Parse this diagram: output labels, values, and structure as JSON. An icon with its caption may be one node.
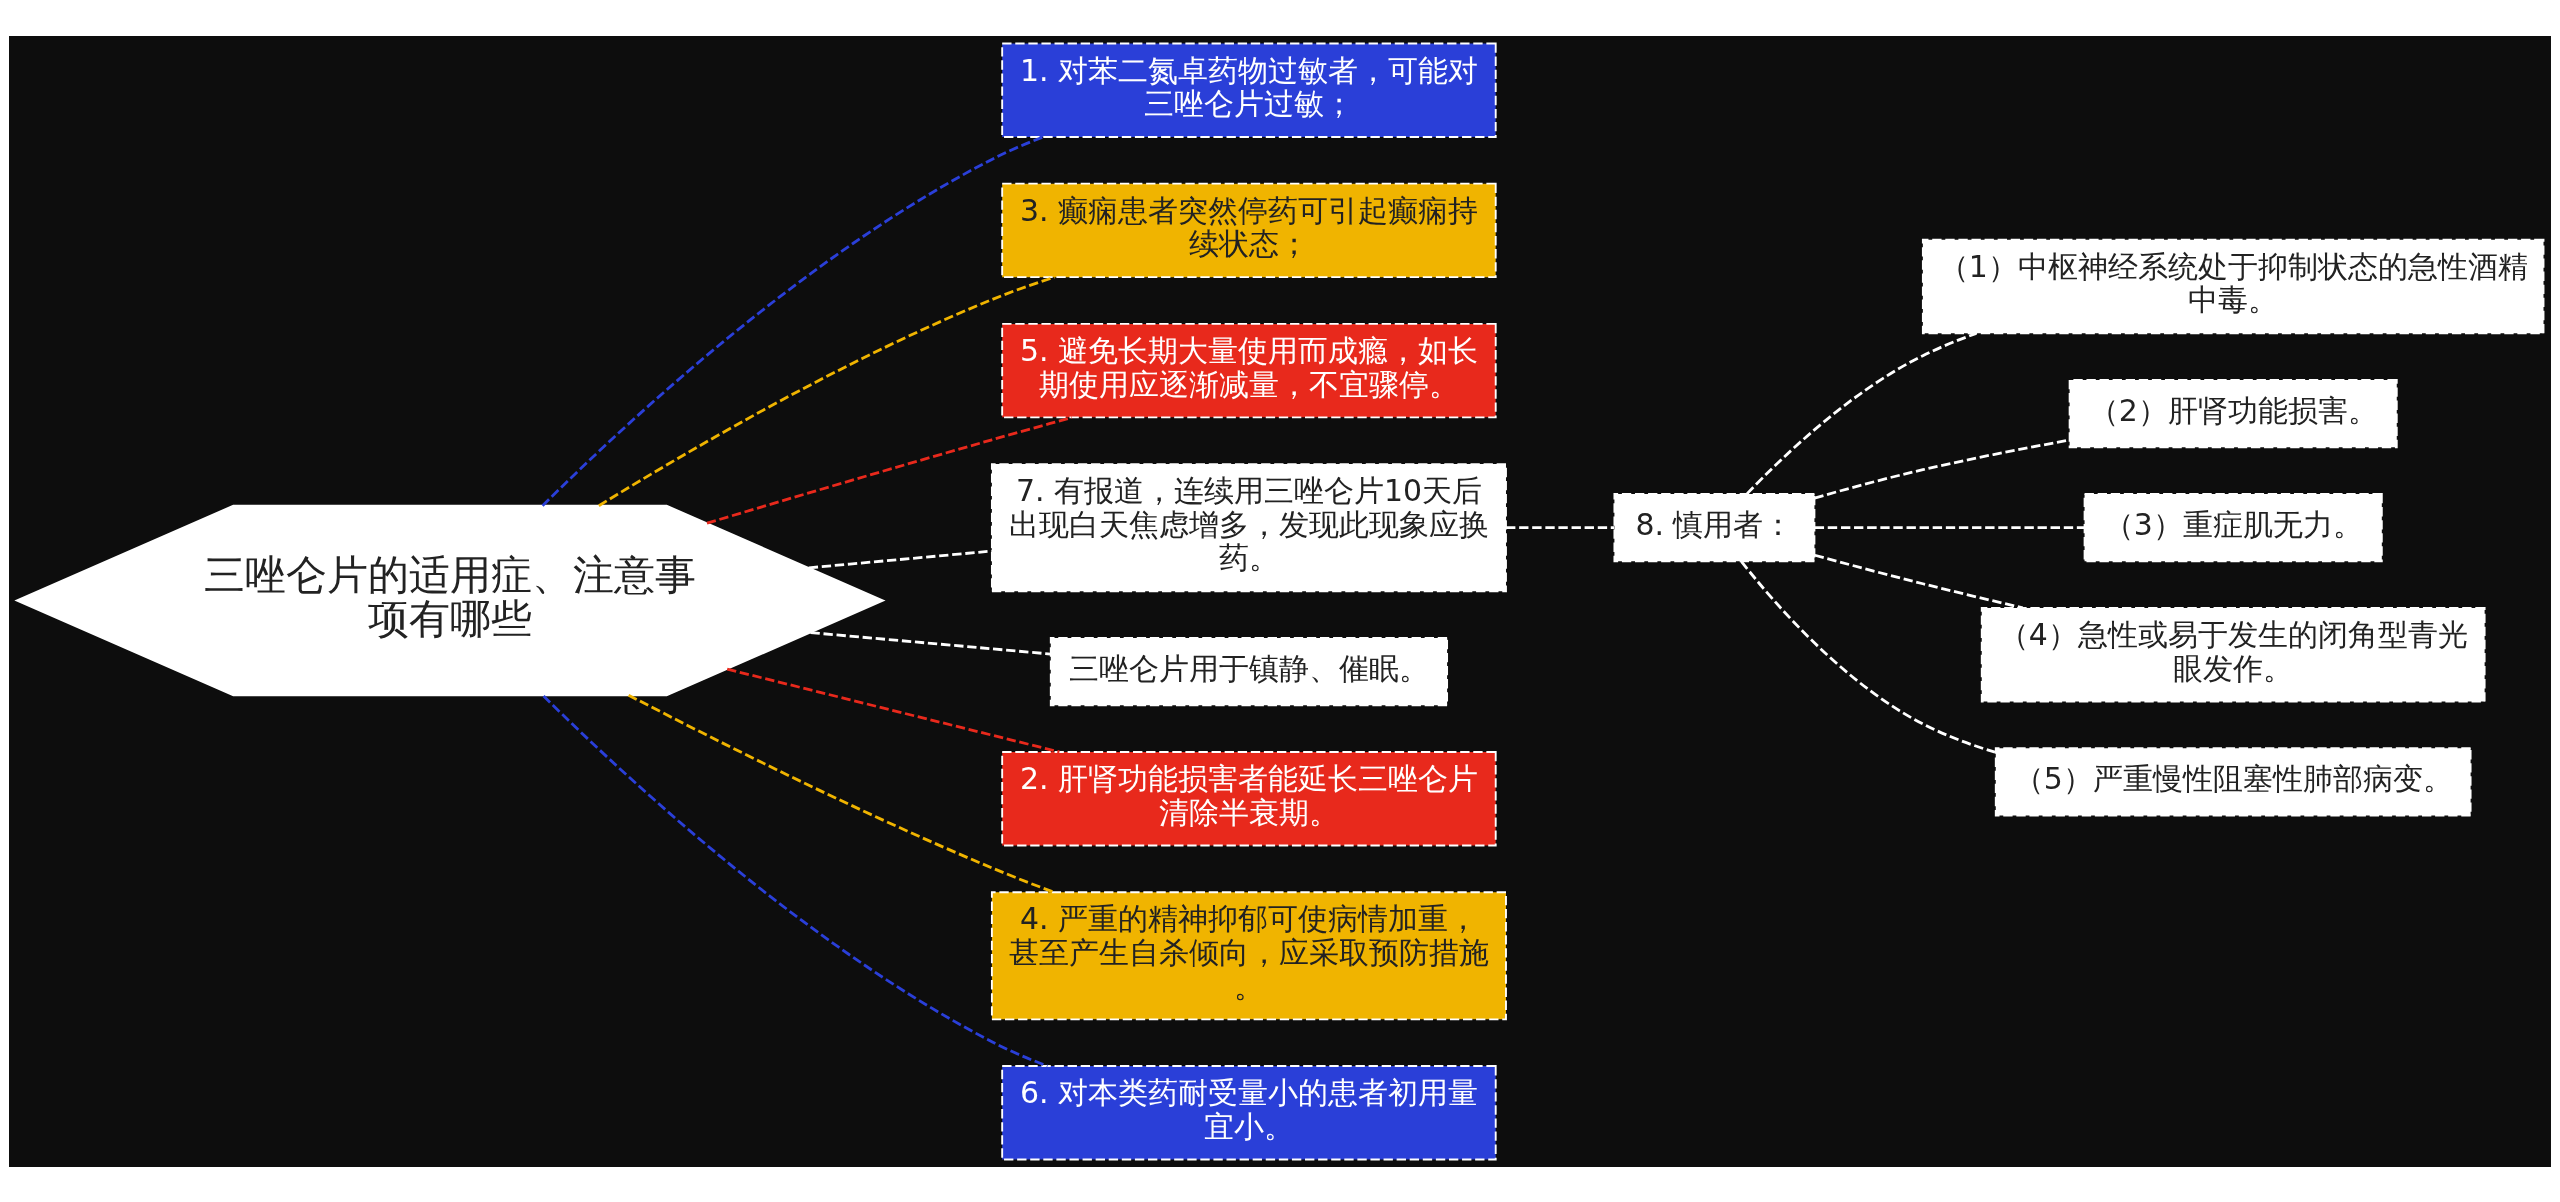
{
  "diagram": {
    "nodes": [
      {
        "text": [
          "三唑仑片的适用症、注意事项有哪些"
        ]
      },
      {
        "text": [
          "1. 对苯二氮卓药物过敏者，可能对三唑仑片过敏；"
        ]
      },
      {
        "text": [
          "3. 癫痫患者突然停药可引起癫痫持续状态；"
        ]
      },
      {
        "text": [
          "5. 避免长期大量使用而成瘾，如长期使用应逐渐减量，不宜骤停。"
        ]
      },
      {
        "text": [
          "7. 有报道，连续用三唑仑片10天后出现白天焦虑增多，发现此现象应换药。"
        ]
      },
      {
        "text": [
          "8. 慎用者："
        ]
      },
      {
        "text": [
          "（1）中枢神经系统处于抑制状态的急性酒精中毒。"
        ]
      },
      {
        "text": [
          "（2）肝肾功能损害。"
        ]
      },
      {
        "text": [
          "（3）重症肌无力。"
        ]
      },
      {
        "text": [
          "（4）急性或易于发生的闭角型青光眼发作。"
        ]
      },
      {
        "text": [
          "（5）严重慢性阻塞性肺部病变。"
        ]
      },
      {
        "text": [
          "三唑仑片用于镇静、催眠。"
        ]
      },
      {
        "text": [
          "2. 肝肾功能损害者能延长三唑仑片清除半衰期。"
        ]
      },
      {
        "text": [
          "4. 严重的精神抑郁可使病情加重，甚至产生自杀倾向，应采取预防措施。"
        ]
      },
      {
        "text": [
          "6. 对本类药耐受量小的患者初用量宜小。"
        ]
      }
    ],
    "edges": [
      {
        "from": 0,
        "to": 1,
        "arrow": "none",
        "style": "dashed",
        "color": "#2a3fd8"
      },
      {
        "from": 0,
        "to": 2,
        "arrow": "none",
        "style": "dashed",
        "color": "#f0b400"
      },
      {
        "from": 0,
        "to": 3,
        "arrow": "none",
        "style": "dashed",
        "color": "#e8291c"
      },
      {
        "from": 0,
        "to": 4,
        "arrow": "none",
        "style": "dashed"
      },
      {
        "from": 4,
        "to": 5,
        "arrow": "none",
        "style": "dashed"
      },
      {
        "from": 5,
        "to": 6,
        "arrow": "none",
        "style": "dashed"
      },
      {
        "from": 5,
        "to": 7,
        "arrow": "none",
        "style": "dashed"
      },
      {
        "from": 5,
        "to": 8,
        "arrow": "none",
        "style": "dashed"
      },
      {
        "from": 5,
        "to": 9,
        "arrow": "none",
        "style": "dashed"
      },
      {
        "from": 5,
        "to": 10,
        "arrow": "none",
        "style": "dashed"
      },
      {
        "from": 0,
        "to": 11,
        "arrow": "none",
        "style": "dashed"
      },
      {
        "from": 0,
        "to": 12,
        "arrow": "none",
        "style": "dashed",
        "color": "#e8291c"
      },
      {
        "from": 0,
        "to": 13,
        "arrow": "none",
        "style": "dashed",
        "color": "#f0b400"
      },
      {
        "from": 0,
        "to": 14,
        "arrow": "none",
        "style": "dashed",
        "color": "#2a3fd8"
      }
    ]
  }
}
